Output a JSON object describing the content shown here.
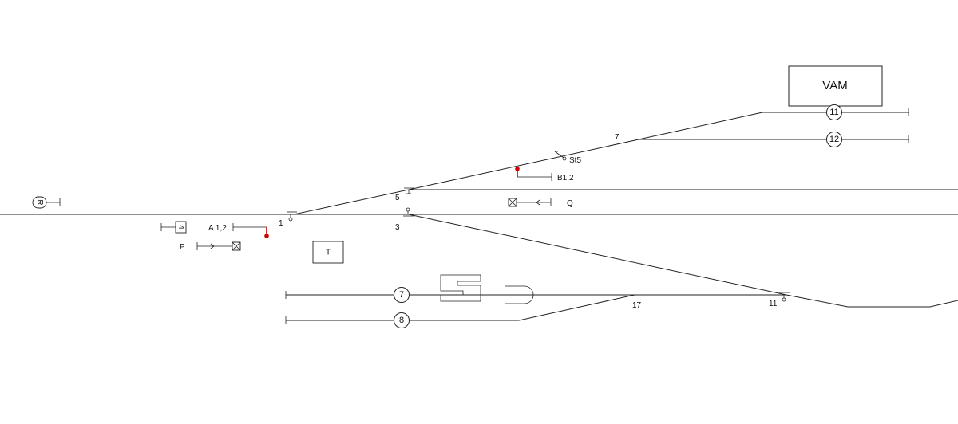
{
  "building": {
    "label": "VAM"
  },
  "tracks": {
    "t11": "11",
    "t12": "12",
    "t7": "7",
    "t8": "8"
  },
  "switches": {
    "s1": "1",
    "s3": "3",
    "s5": "5",
    "s7": "7",
    "s11": "11",
    "s17": "17"
  },
  "signals": {
    "a12": "A 1,2",
    "b12": "B1,2",
    "st5": "St5",
    "p": "P",
    "q": "Q",
    "r": "R",
    "t": "T",
    "sign4": "4"
  },
  "colors": {
    "signal_red": "#d40000",
    "line": "#222222"
  }
}
